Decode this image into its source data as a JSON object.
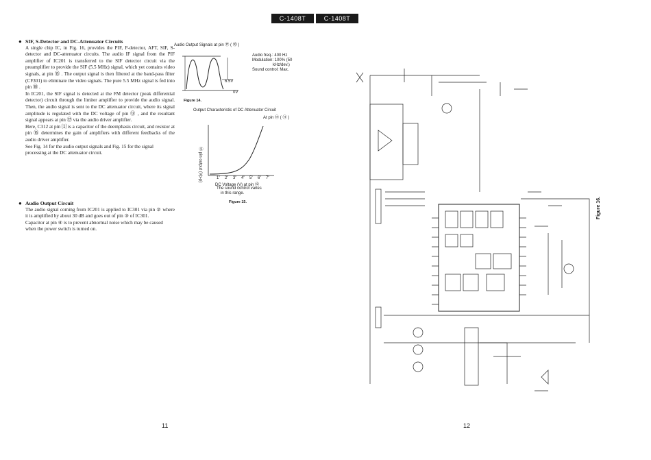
{
  "header": {
    "tab_left": "C-1408T",
    "tab_right": "C-1408T"
  },
  "left_col": {
    "sec1_title": "SIF, S-Detector and DC-Attenuator Circuits",
    "sec1_p1": "A single chip IC, in Fig. 16, provides the PIF, P-detector, AFT, SIF, S-detector and DC-attenuator circuits. The audio IF signal from the PIF amplifier of IC201 is transferred to the SIF detector circuit via the preamplifier to provide the SIF (5.5 MHz) signal, which yet contains video signals, at pin ⑮ . The output signal is then filtered at the band-pass filter (CF301) to eliminate the video signals. The pure 5.5 MHz signal is fed into pin ⑩ .",
    "sec1_p2": "In IC201, the SIF signal is detected at the FM detector (peak differential detector) circuit through the limiter amplifier to provide the audio signal. Then, the audio signal is sent to the DC attenuator circuit, where its signal amplitude is regulated with the DC voltage of pin ⑫ , and the resultant signal appears at pin ⑰ via the audio driver amplifier.",
    "sec1_p3": "Here, C312 at pin ⑴ is a capacitor of the deemphasis circuit, and resistor at pin ⑯ determines the gain of amplifiers with different feedbacks of the audio driver amplifier.",
    "sec1_p4": "See Fig. 14 for the audio output signals and Fig. 15 for the signal processing at the DC attenuator circuit.",
    "sec2_title": "Audio Output Circuit",
    "sec2_p1": "The audio signal coming from IC201 is applied to IC301 via pin ② where it is amplified by about 30 dB and goes out of pin ③ of IC301.",
    "sec2_p2": "Capacitor at pin ④ is to prevent abnormal noise which may be caused when the power switch is turned on.",
    "page": "11"
  },
  "fig14": {
    "title": "Audio Output Signals at pin ⑰ ( ⑩ )",
    "spec1": "Audio freq.: 400 Hz",
    "spec2": "Modulation: 100% (50",
    "spec2b": "kHz/dev.)",
    "spec3": "Sound control: Max.",
    "v1": "6.5V",
    "v0": "0V",
    "caption": "Figure 14."
  },
  "fig15": {
    "title": "Output Characteristic of DC Attenuator Circuit",
    "title2": "At pin ⑰ ( ⑪ )",
    "ylabel": "⑰ pin output (Vp-p)",
    "xlabel": "DC Voltage (V) at pin ⑫",
    "note1": "The sound control varies",
    "note2": "in this range.",
    "caption": "Figure 15.",
    "ticks": [
      "1",
      "2",
      "3",
      "4",
      "5",
      "6",
      "7"
    ]
  },
  "right": {
    "page": "12",
    "fig16_caption": "Figure 16."
  }
}
